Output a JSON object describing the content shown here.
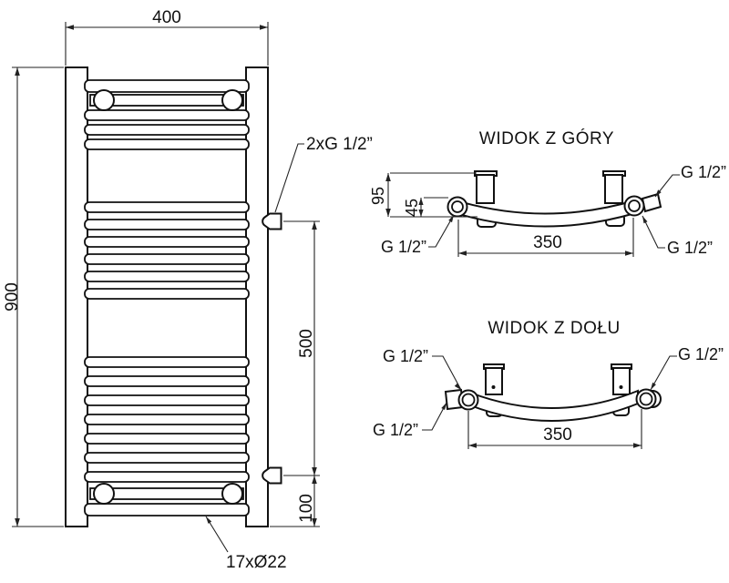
{
  "front_view": {
    "width_dim": "400",
    "height_dim": "900",
    "valve_spacing_dim": "500",
    "bottom_offset_dim": "100",
    "connections_label": "2xG 1/2”",
    "tubes_label": "17xØ22"
  },
  "top_view": {
    "title": "WIDOK Z GÓRY",
    "depth_dim": "95",
    "axis_offset_dim": "45",
    "connection_spacing_dim": "350",
    "labels": {
      "right_top": "G 1/2”",
      "left_bottom": "G 1/2”",
      "right_bottom": "G 1/2”"
    }
  },
  "bottom_view": {
    "title": "WIDOK Z DOŁU",
    "connection_spacing_dim": "350",
    "labels": {
      "left_top": "G 1/2”",
      "left_bottom": "G 1/2”",
      "right_top": "G 1/2”"
    }
  },
  "colors": {
    "line": "#111111",
    "background": "#ffffff"
  }
}
